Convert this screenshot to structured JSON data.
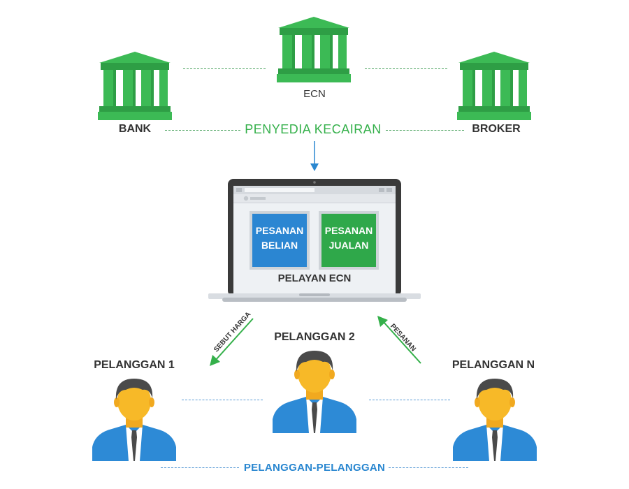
{
  "top": {
    "ecn_label": "ECN",
    "bank_label": "BANK",
    "broker_label": "BROKER",
    "liquidity_label": "PENYEDIA KECAIRAN"
  },
  "laptop": {
    "buy_label_line1": "PESANAN",
    "buy_label_line2": "BELIAN",
    "sell_label_line1": "PESANAN",
    "sell_label_line2": "JUALAN",
    "server_label": "PELAYAN ECN"
  },
  "arrows": {
    "quote_label": "SEBUT HARGA",
    "order_label": "PESANAN"
  },
  "clients": {
    "client1_label": "PELANGGAN 1",
    "client2_label": "PELANGGAN 2",
    "clientn_label": "PELANGGAN N",
    "clients_label": "PELANGGAN-PELANGGAN"
  },
  "colors": {
    "green": "#34b04a",
    "blue": "#2a87d0",
    "buy_box": "#2b86d2",
    "sell_box": "#2fa84a"
  }
}
